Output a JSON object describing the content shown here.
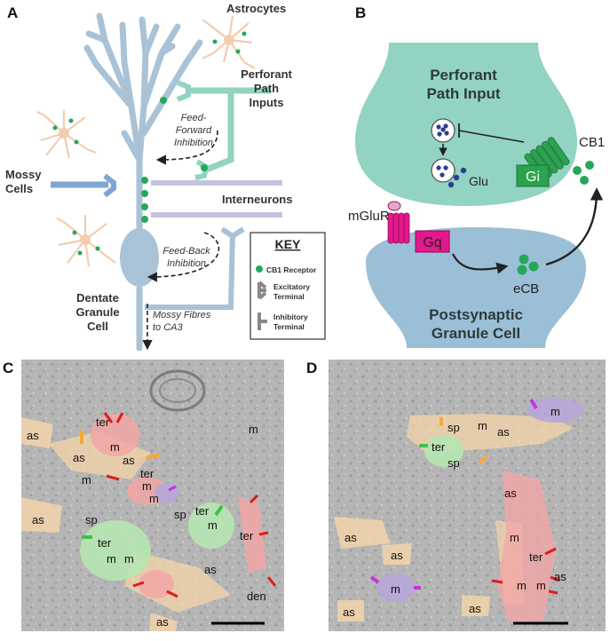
{
  "colors": {
    "dendrite": "#a9c2d6",
    "pp_teal": "#93d3c2",
    "interneuron": "#c6c3e0",
    "mossy_blue": "#7ea6d3",
    "astro": "#f2cdb0",
    "cb1_green": "#23a85a",
    "gq_magenta": "#e5178c",
    "gi_green": "#2aa34f",
    "post_blue": "#9bbfd7",
    "em_background": "#b9b9b9",
    "astro_overlay": "#f6d6a9",
    "terminal_green": "#b6e6b2",
    "terminal_red": "#f2a6a6",
    "terminal_purple": "#b7a6d8",
    "arrow_red": "#e01b1b",
    "arrow_orange": "#f5a93a",
    "arrow_green": "#3dc14a",
    "arrow_magenta": "#c237d6"
  },
  "panels": {
    "A": {
      "letter": "A",
      "astrocytes": "Astrocytes",
      "perforant_1": "Perforant",
      "perforant_2": "Path",
      "perforant_3": "Inputs",
      "ffi_1": "Feed-",
      "ffi_2": "Forward",
      "ffi_3": "Inhibition",
      "mossy_1": "Mossy",
      "mossy_2": "Cells",
      "interneurons": "Interneurons",
      "fbi_1": "Feed-Back",
      "fbi_2": "Inhibition",
      "dgc_1": "Dentate",
      "dgc_2": "Granule",
      "dgc_3": "Cell",
      "mf_1": "Mossy Fibres",
      "mf_2": "to CA3",
      "key": {
        "title": "KEY",
        "cb1": "CB1 Receptor",
        "exc_1": "Excitatory",
        "exc_2": "Terminal",
        "inh_1": "Inhibitory",
        "inh_2": "Terminal"
      }
    },
    "B": {
      "letter": "B",
      "pre_1": "Perforant",
      "pre_2": "Path Input",
      "cb1": "CB1",
      "gi": "Gi",
      "glu": "Glu",
      "mglur": "mGluR",
      "gq": "Gq",
      "ecb": "eCB",
      "post_1": "Postsynaptic",
      "post_2": "Granule Cell"
    },
    "C": {
      "letter": "C",
      "labels": [
        "as",
        "ter",
        "as",
        "m",
        "as",
        "m",
        "m",
        "ter",
        "m",
        "sp",
        "ter",
        "sp",
        "ter",
        "m",
        "m",
        "m",
        "ter",
        "as",
        "as",
        "m",
        "den",
        "as"
      ]
    },
    "D": {
      "letter": "D",
      "labels": [
        "sp",
        "m",
        "as",
        "ter",
        "sp",
        "m",
        "as",
        "as",
        "m",
        "as",
        "ter",
        "m",
        "m",
        "as",
        "as",
        "m",
        "as"
      ]
    }
  }
}
